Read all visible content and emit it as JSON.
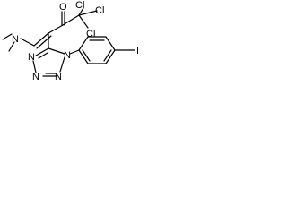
{
  "molecule": {
    "atom_labels": {
      "cl_top_left": "Cl",
      "cl_top_right": "Cl",
      "cl_right": "Cl",
      "oxygen": "O",
      "amine_n": "N",
      "tetrazole_n1": "N",
      "tetrazole_n2": "N",
      "tetrazole_n3": "N",
      "tetrazole_n4": "N",
      "iodine": "I"
    },
    "colors": {
      "bond": "#000000",
      "label": "#000000",
      "background": "#ffffff"
    }
  }
}
